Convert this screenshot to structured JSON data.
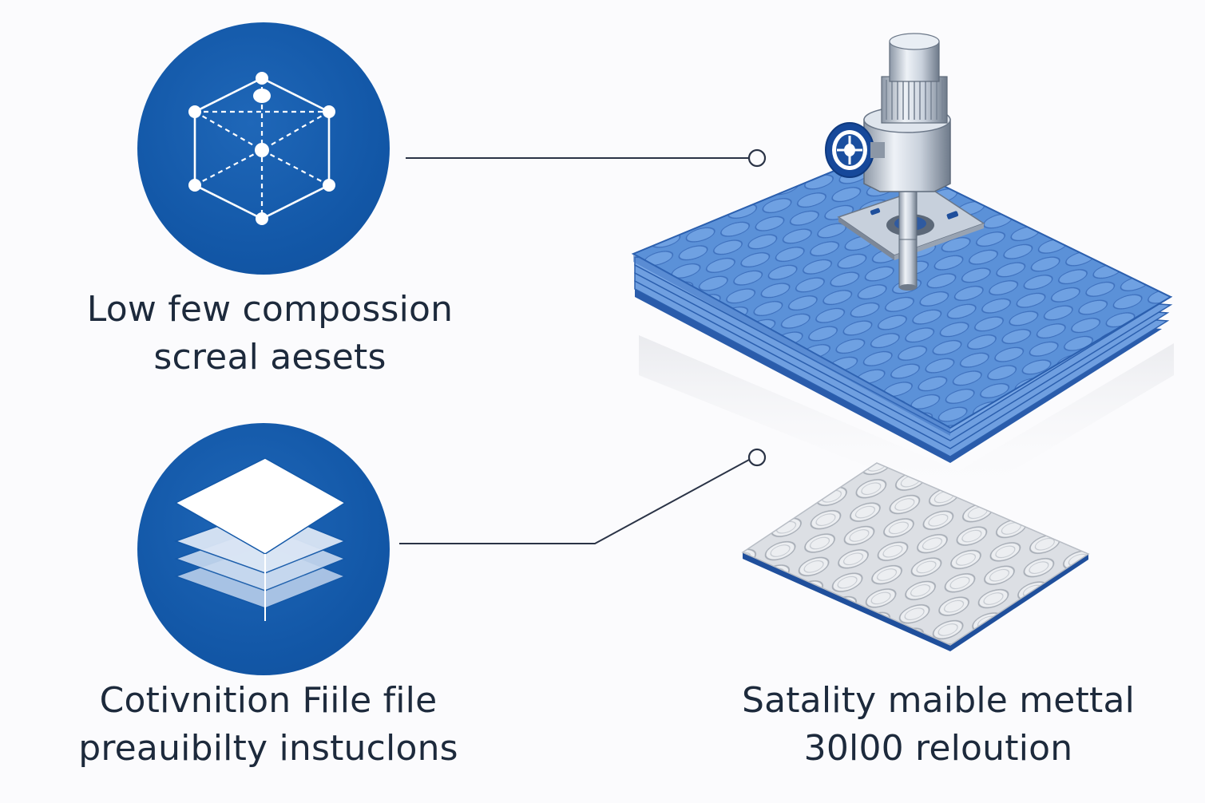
{
  "captions": {
    "top_left": {
      "line1": "Low few compossion",
      "line2": "screal aesets"
    },
    "bottom_left": {
      "line1": "Cotivnition Fiile file",
      "line2": "preauibilty instuclons"
    },
    "bottom_right": {
      "line1": "Satality maible mettal",
      "line2": "30l00 reloution"
    }
  },
  "icons": {
    "top_circle": "wireframe-cube-icon",
    "bottom_circle": "layers-stack-icon"
  },
  "colors": {
    "primary_blue": "#1358a8",
    "plate_blue": "#4f86d2",
    "metal_silver": "#d9dce1",
    "text": "#1d2a3c",
    "connector": "#2a3346"
  }
}
